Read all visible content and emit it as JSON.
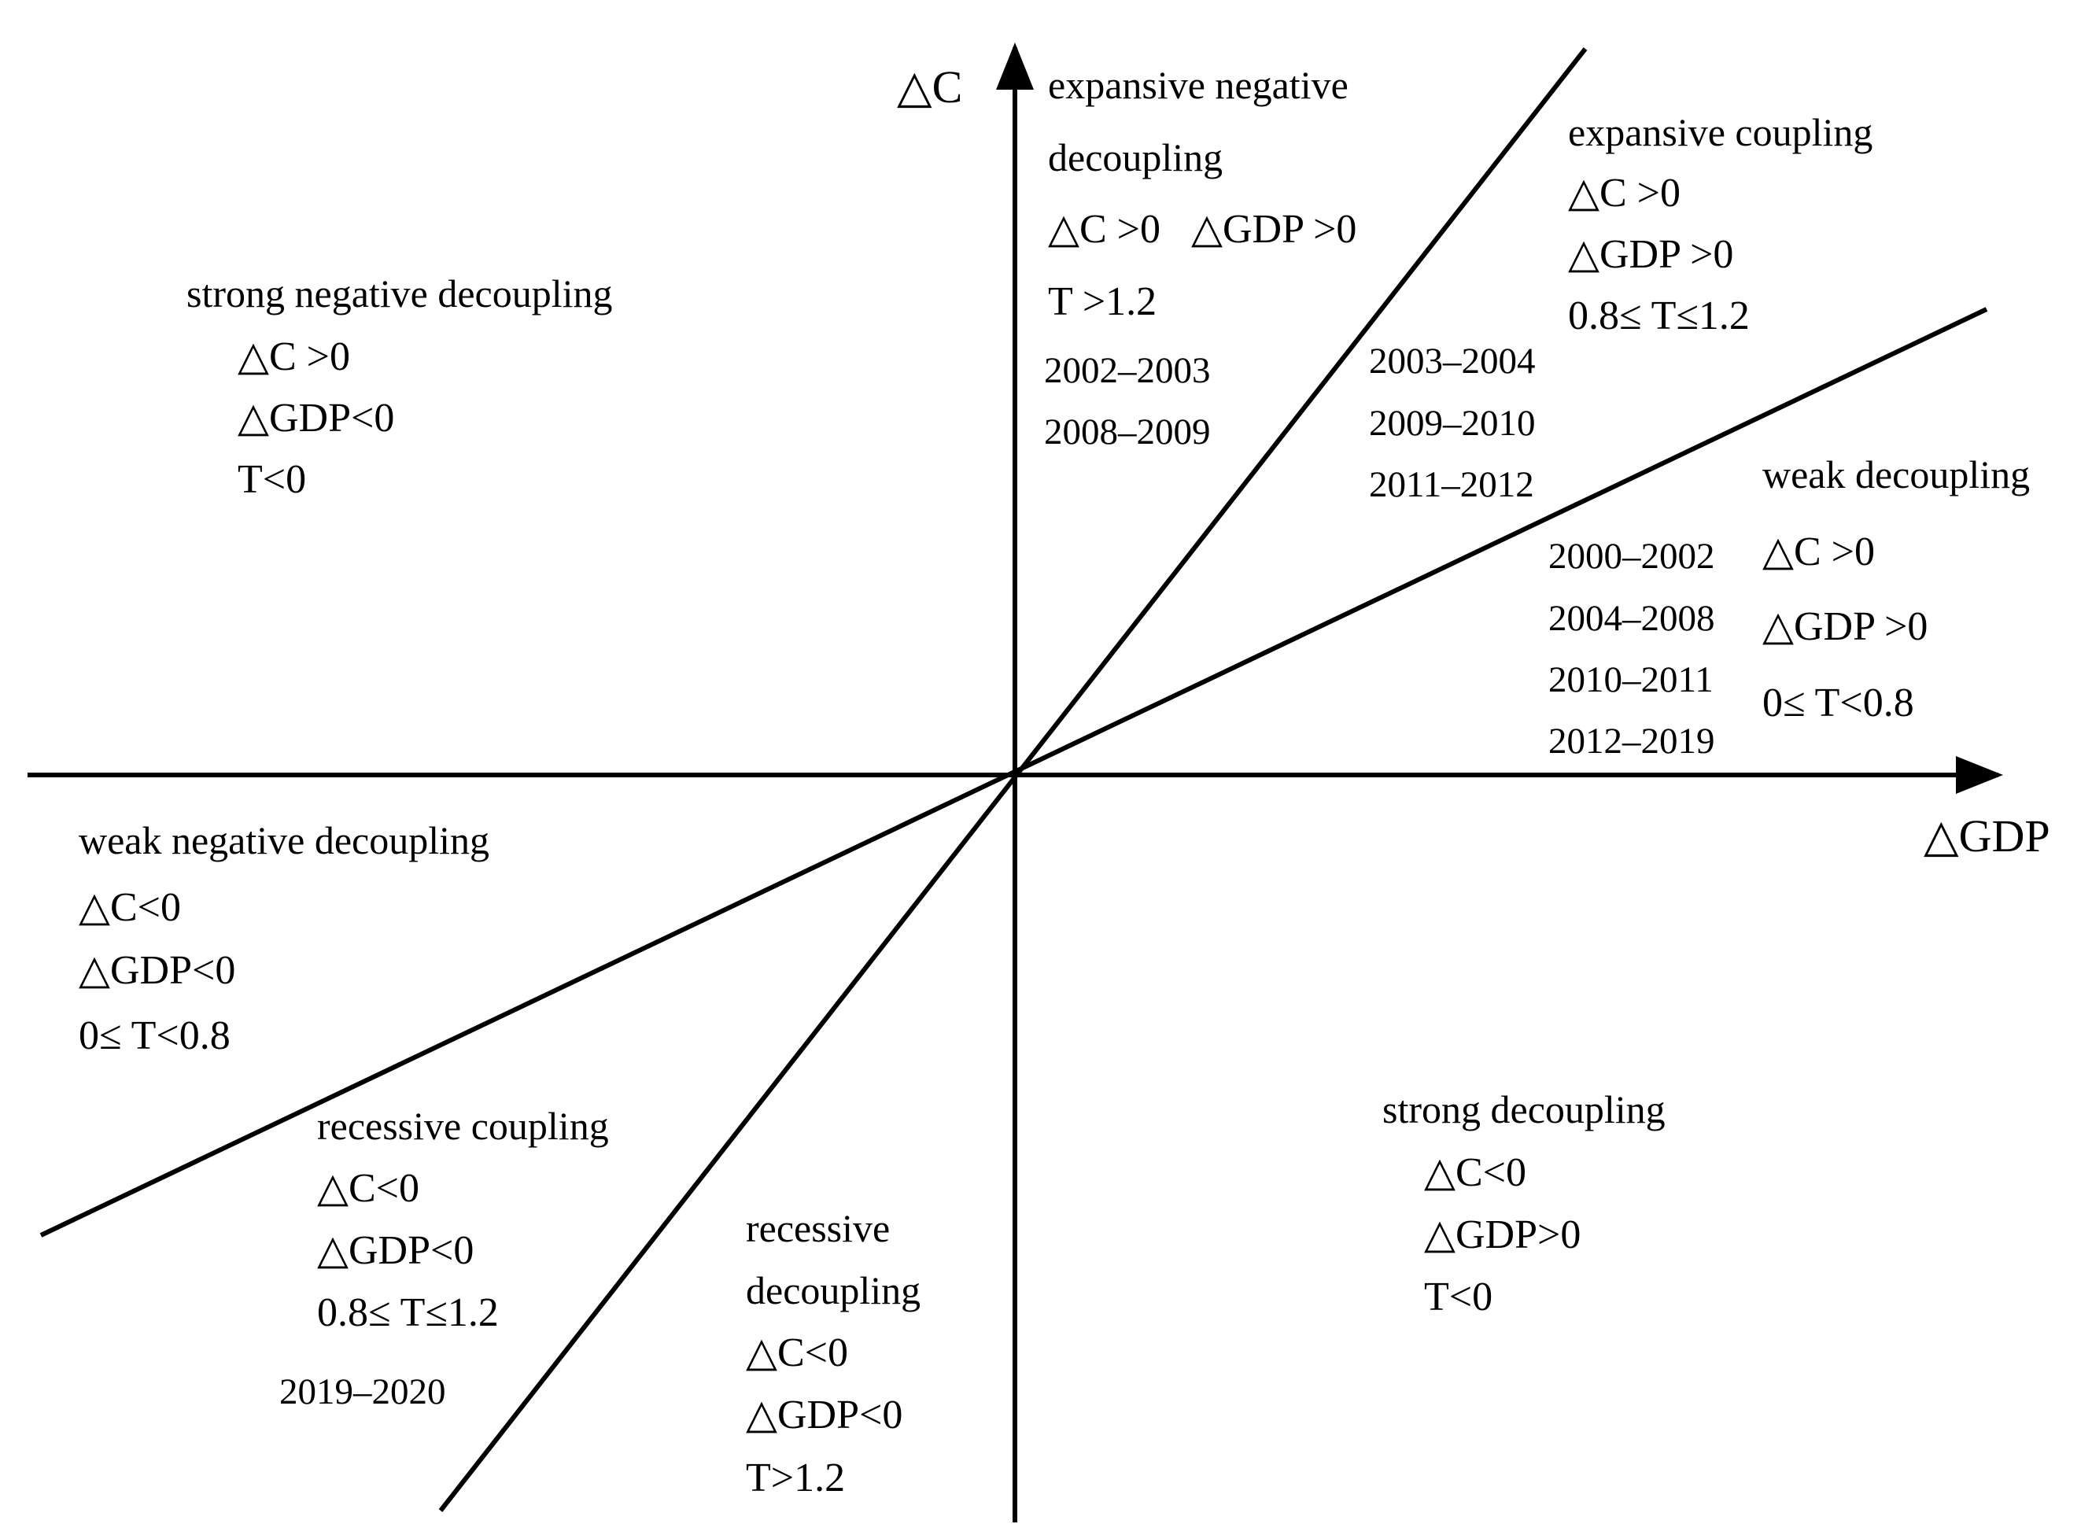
{
  "axes": {
    "x_label": "△GDP",
    "y_label": "△C"
  },
  "regions": {
    "expansive_negative_decoupling": {
      "name_line1": "expansive negative",
      "name_line2": "decoupling",
      "cond1": "△C >0   △GDP >0",
      "cond2": "T >1.2",
      "years": [
        "2002–2003",
        "2008–2009"
      ]
    },
    "expansive_coupling": {
      "name": "expansive coupling",
      "cond1": "△C >0",
      "cond2": "△GDP >0",
      "cond3": "0.8≤ T≤1.2",
      "years": [
        "2003–2004",
        "2009–2010",
        "2011–2012"
      ]
    },
    "weak_decoupling": {
      "name": "weak decoupling",
      "cond1": "△C >0",
      "cond2": "△GDP >0",
      "cond3": "0≤ T<0.8",
      "years": [
        "2000–2002",
        "2004–2008",
        "2010–2011",
        "2012–2019"
      ]
    },
    "strong_negative_decoupling": {
      "name": "strong negative decoupling",
      "cond1": "△C >0",
      "cond2": "△GDP<0",
      "cond3": "T<0"
    },
    "weak_negative_decoupling": {
      "name": "weak negative decoupling",
      "cond1": "△C<0",
      "cond2": "△GDP<0",
      "cond3": "0≤ T<0.8"
    },
    "recessive_coupling": {
      "name": "recessive coupling",
      "cond1": "△C<0",
      "cond2": "△GDP<0",
      "cond3": "0.8≤ T≤1.2",
      "years": [
        "2019–2020"
      ]
    },
    "recessive_decoupling": {
      "name_line1": "recessive",
      "name_line2": "decoupling",
      "cond1": "△C<0",
      "cond2": "△GDP<0",
      "cond3": "T>1.2"
    },
    "strong_decoupling": {
      "name": "strong decoupling",
      "cond1": "△C<0",
      "cond2": "△GDP>0",
      "cond3": "T<0"
    }
  }
}
